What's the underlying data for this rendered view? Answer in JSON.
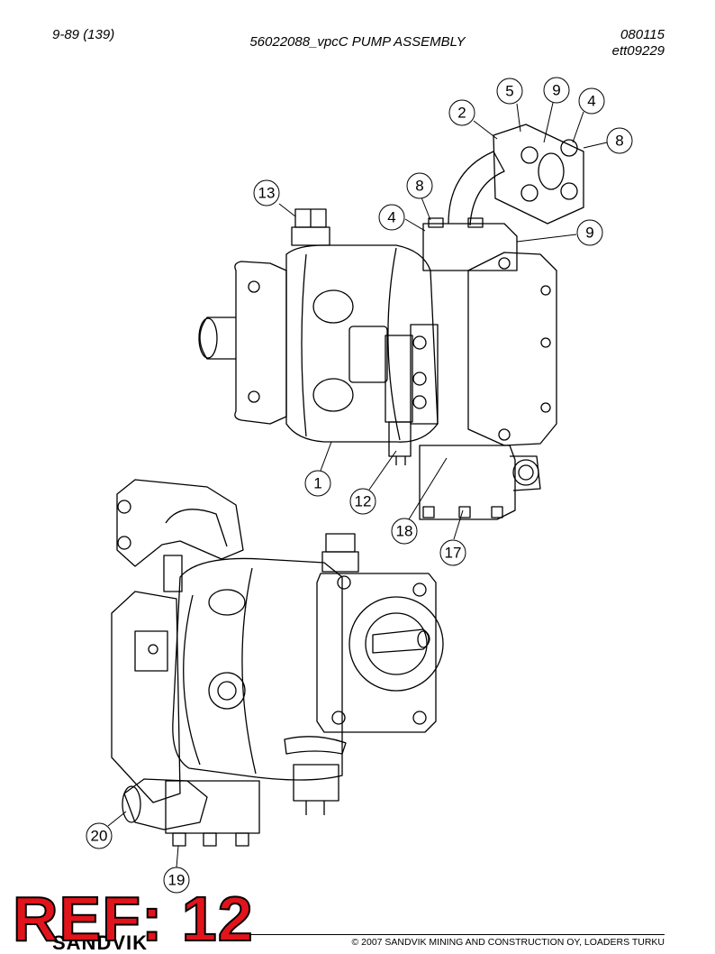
{
  "header": {
    "page_ref": "9-89 (139)",
    "title": "56022088_vpcC PUMP ASSEMBLY",
    "doc_number": "080115",
    "drawing_id": "ett09229"
  },
  "callouts": [
    "5",
    "9",
    "4",
    "2",
    "8",
    "8",
    "13",
    "4",
    "9",
    "1",
    "12",
    "18",
    "17",
    "20",
    "19"
  ],
  "ref_label": "REF: 12",
  "logo_text": "SANDVIK",
  "footer": {
    "copyright": "© 2007 SANDVIK MINING AND CONSTRUCTION OY, LOADERS TURKU"
  },
  "colors": {
    "ref": "#e1141c",
    "line": "#000000"
  }
}
